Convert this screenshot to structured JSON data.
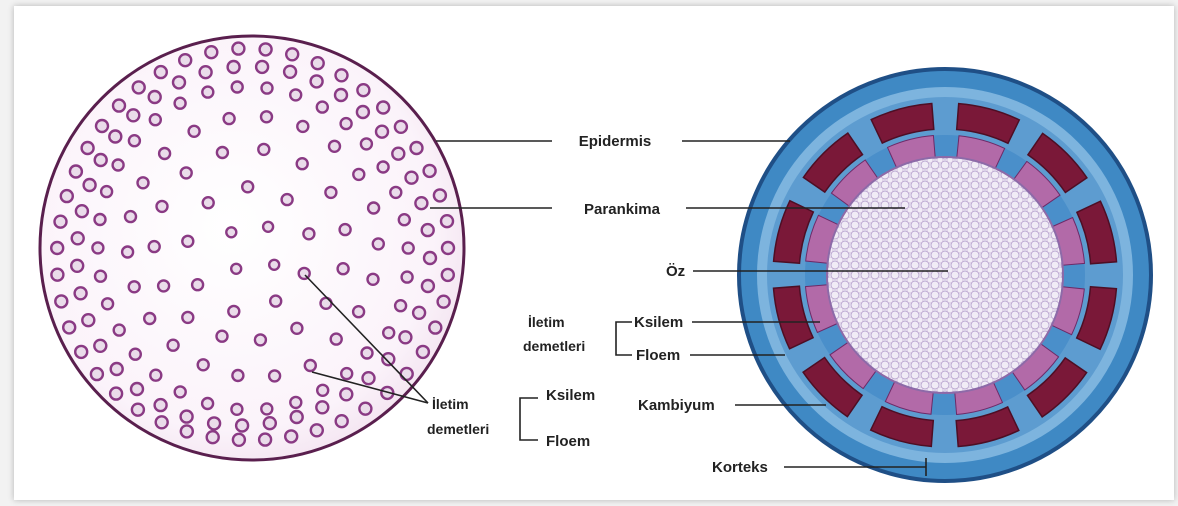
{
  "labels": {
    "epidermis": "Epidermis",
    "parankima": "Parankima",
    "oz": "Öz",
    "iletim_right_line1": "İletim",
    "iletim_right_line2": "demetleri",
    "ksilem_right": "Ksilem",
    "floem_right": "Floem",
    "kambiyum": "Kambiyum",
    "korteks": "Korteks",
    "iletim_left_line1": "İletim",
    "iletim_left_line2": "demetleri",
    "ksilem_left": "Ksilem",
    "floem_left": "Floem"
  },
  "colors": {
    "monocot_tissue": "#fbf6fb",
    "monocot_outline": "#5a1f4e",
    "bundle_purple": "#8a3a84",
    "dicot_blue": "#3f89c4",
    "dicot_blue_dark": "#1f4f86",
    "dicot_maroon": "#7a1838",
    "dicot_pith": "#f1ecf6"
  }
}
